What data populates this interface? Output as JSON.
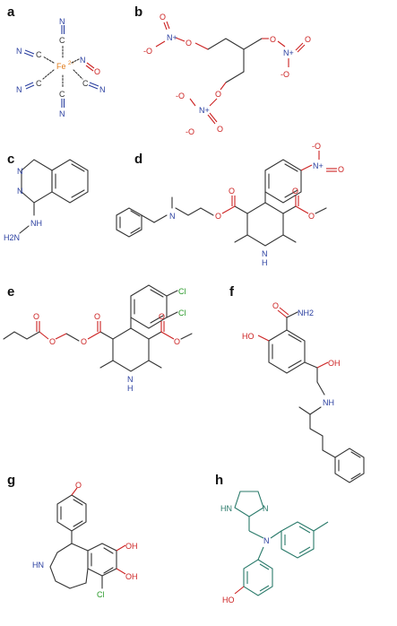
{
  "panels": {
    "a": {
      "letter": "a"
    },
    "b": {
      "letter": "b"
    },
    "c": {
      "letter": "c"
    },
    "d": {
      "letter": "d"
    },
    "e": {
      "letter": "e"
    },
    "f": {
      "letter": "f"
    },
    "g": {
      "letter": "g"
    },
    "h": {
      "letter": "h"
    }
  },
  "labels": {
    "fe": "Fe",
    "fe_charge": "2+",
    "n": "N",
    "c": "C",
    "c_minus": "C",
    "no_n": "N",
    "no_o": "O",
    "o": "O",
    "o_minus": "-O",
    "n_plus": "N+",
    "nh": "NH",
    "hn": "HN",
    "h2n": "H2N",
    "h": "H",
    "cl": "Cl",
    "oh": "OH",
    "ho": "HO",
    "nh2": "NH2",
    "hn_ring": "HN",
    "n_ring": "N"
  },
  "colors": {
    "nitrogen": "#2a3fa0",
    "oxygen": "#cc2222",
    "iron": "#e07b1a",
    "chlorine": "#2a9a2a",
    "teal": "#2a7a6a",
    "carbon": "#333333"
  }
}
